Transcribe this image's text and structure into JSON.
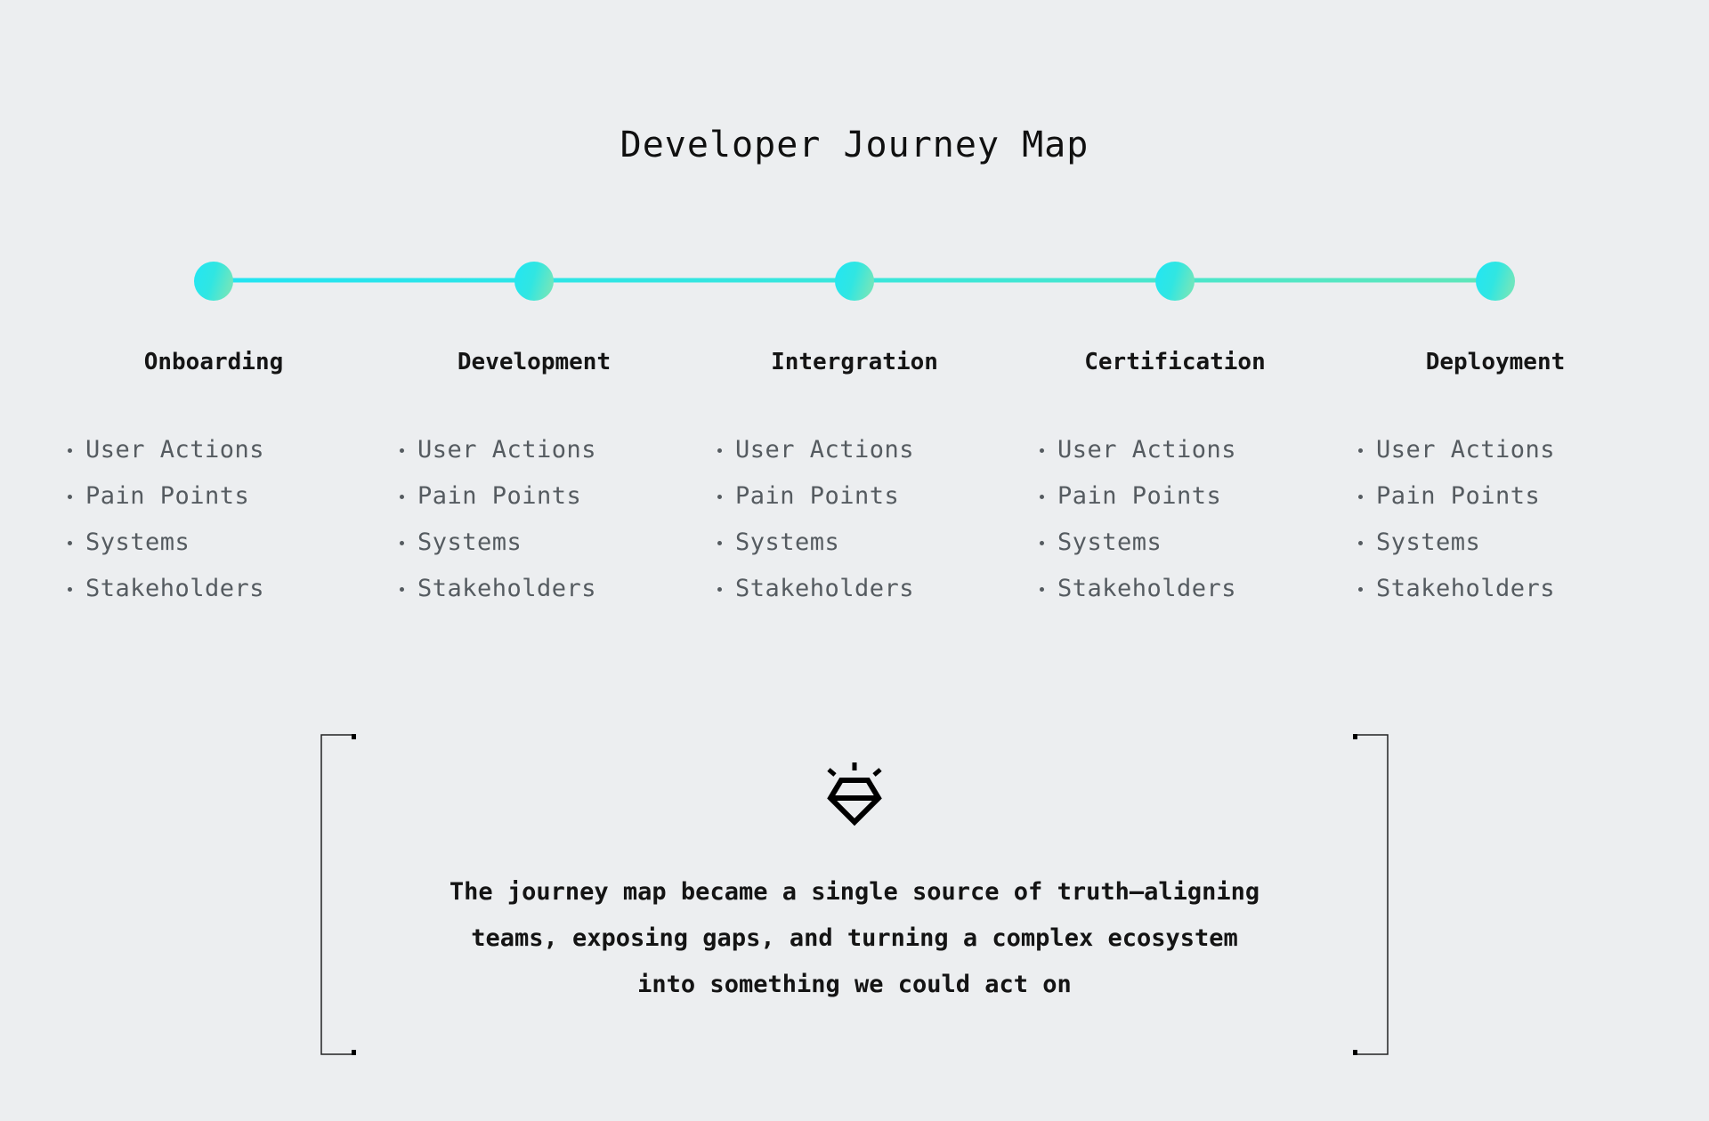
{
  "page": {
    "title": "Developer Journey Map"
  },
  "stages": [
    {
      "title": "Onboarding",
      "items": [
        "User Actions",
        "Pain Points",
        "Systems",
        "Stakeholders"
      ]
    },
    {
      "title": "Development",
      "items": [
        "User Actions",
        "Pain Points",
        "Systems",
        "Stakeholders"
      ]
    },
    {
      "title": "Intergration",
      "items": [
        "User Actions",
        "Pain Points",
        "Systems",
        "Stakeholders"
      ]
    },
    {
      "title": "Certification",
      "items": [
        "User Actions",
        "Pain Points",
        "Systems",
        "Stakeholders"
      ]
    },
    {
      "title": "Deployment",
      "items": [
        "User Actions",
        "Pain Points",
        "Systems",
        "Stakeholders"
      ]
    }
  ],
  "quote": {
    "icon": "gem-icon",
    "lines": [
      "The journey map became a single source of truth—aligning",
      "teams, exposing gaps, and turning a complex ecosystem",
      "into something we could act on"
    ]
  },
  "colors": {
    "background": "#eceef0",
    "accent_start": "#22e4f2",
    "accent_end": "#5fe6b9",
    "text": "#141414",
    "muted_text": "#555b60"
  }
}
